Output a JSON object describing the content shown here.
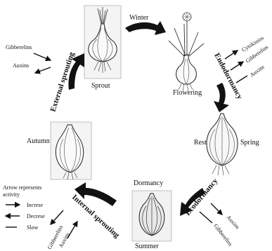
{
  "stages": {
    "sprout": "Sprout",
    "flowering": "Flowering",
    "rest": "Rest",
    "dormancy": "Dormancy",
    "summer": "Summer",
    "autumn": "Autumn"
  },
  "seasons": {
    "winter": "Winter",
    "spring": "Spring"
  },
  "transitions": {
    "external_sprouting": "External sprouting",
    "endodormancy": "Endodormancy",
    "ecodormancy": "Ecodormancy",
    "internal_sprouting": "Internal sprouting"
  },
  "hormones": {
    "gibberelins": "Gibberelins",
    "auxins": "Auxins",
    "cytokinins": "Cytokinins"
  },
  "legend": {
    "title_line1": "Arrow represents",
    "title_line2": "activity",
    "increase": "Increse",
    "decrease": "Decrese",
    "slow": "Slow"
  }
}
